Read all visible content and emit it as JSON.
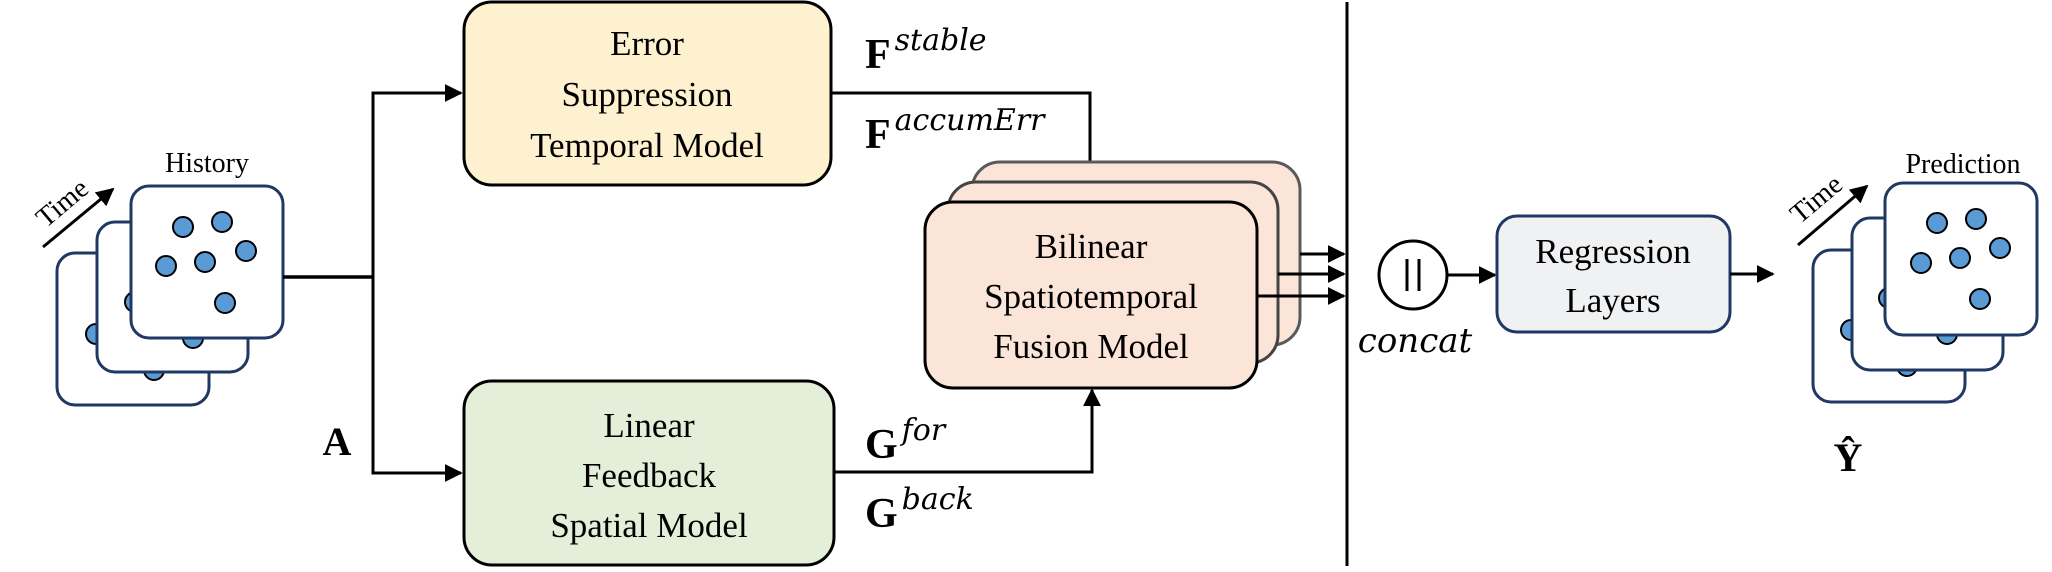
{
  "diagram": {
    "input": {
      "label": "History",
      "time_label": "Time",
      "adjacency_symbol": "A"
    },
    "modules": {
      "temporal": {
        "lines": [
          "Error",
          "Suppression",
          "Temporal Model"
        ],
        "fill": "#FEF1CF",
        "outputs": [
          {
            "base": "F",
            "sup": "stable"
          },
          {
            "base": "F",
            "sup": "accumErr"
          }
        ]
      },
      "spatial": {
        "lines": [
          "Linear",
          "Feedback",
          "Spatial Model"
        ],
        "fill": "#E3EFD9",
        "outputs": [
          {
            "base": "G",
            "sup": "for"
          },
          {
            "base": "G",
            "sup": "back"
          }
        ]
      },
      "fusion": {
        "lines": [
          "Bilinear",
          "Spatiotemporal",
          "Fusion Model"
        ],
        "fill": "#FBE5D8",
        "stack_count": 3
      },
      "concat": {
        "symbol": "||",
        "label": "concat"
      },
      "regression": {
        "lines": [
          "Regression",
          "Layers"
        ],
        "fill": "#F0F1F3"
      }
    },
    "output": {
      "label": "Prediction",
      "time_label": "Time",
      "symbol": "Ŷ"
    },
    "colors": {
      "node_fill": "#5B9BD5",
      "card_border": "#1F3864",
      "line": "#000000",
      "stack_back_border": "#5A5A5A"
    }
  }
}
